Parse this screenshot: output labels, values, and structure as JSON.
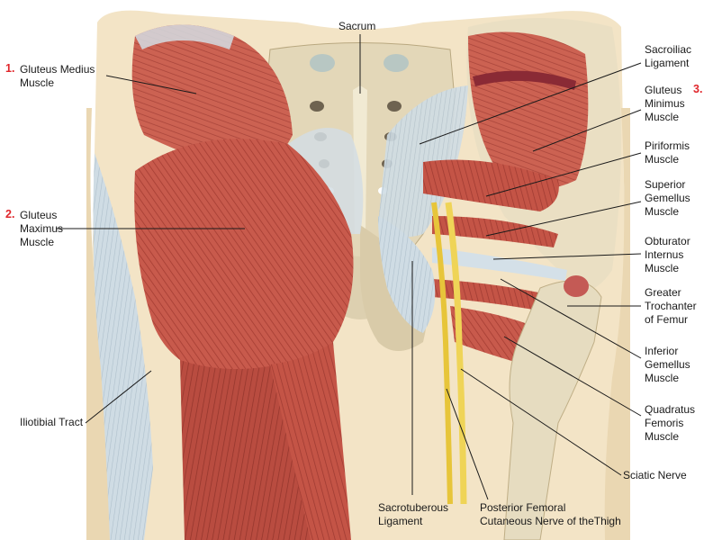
{
  "labels": {
    "sacrum": "Sacrum",
    "gluteus_medius": [
      "Gluteus Medius",
      "Muscle"
    ],
    "gluteus_maximus": [
      "Gluteus",
      "Maximus",
      "Muscle"
    ],
    "iliotibial_tract": "Iliotibial Tract",
    "sacroiliac_ligament": [
      "Sacroiliac",
      "Ligament"
    ],
    "gluteus_minimus": [
      "Gluteus",
      "Minimus",
      "Muscle"
    ],
    "piriformis": [
      "Piriformis",
      "Muscle"
    ],
    "superior_gemellus": [
      "Superior",
      "Gemellus",
      "Muscle"
    ],
    "obturator_internus": [
      "Obturator",
      "Internus",
      "Muscle"
    ],
    "greater_trochanter": [
      "Greater",
      "Trochanter",
      "of Femur"
    ],
    "inferior_gemellus": [
      "Inferior",
      "Gemellus",
      "Muscle"
    ],
    "quadratus_femoris": [
      "Quadratus",
      "Femoris",
      "Muscle"
    ],
    "sciatic_nerve": "Sciatic Nerve",
    "sacrotuberous_ligament": [
      "Sacrotuberous",
      "Ligament"
    ],
    "posterior_femoral_nerve": [
      "Posterior Femoral",
      "Cutaneous Nerve of theThigh"
    ]
  },
  "markers": {
    "gluteus_medius": "1.",
    "gluteus_maximus": "2.",
    "gluteus_minimus": "3."
  },
  "colors": {
    "marker": "#e0262b",
    "muscle": "#c8584a",
    "bone": "#e6dcc0",
    "ligament": "#c9d6df",
    "nerve": "#e8c832"
  }
}
